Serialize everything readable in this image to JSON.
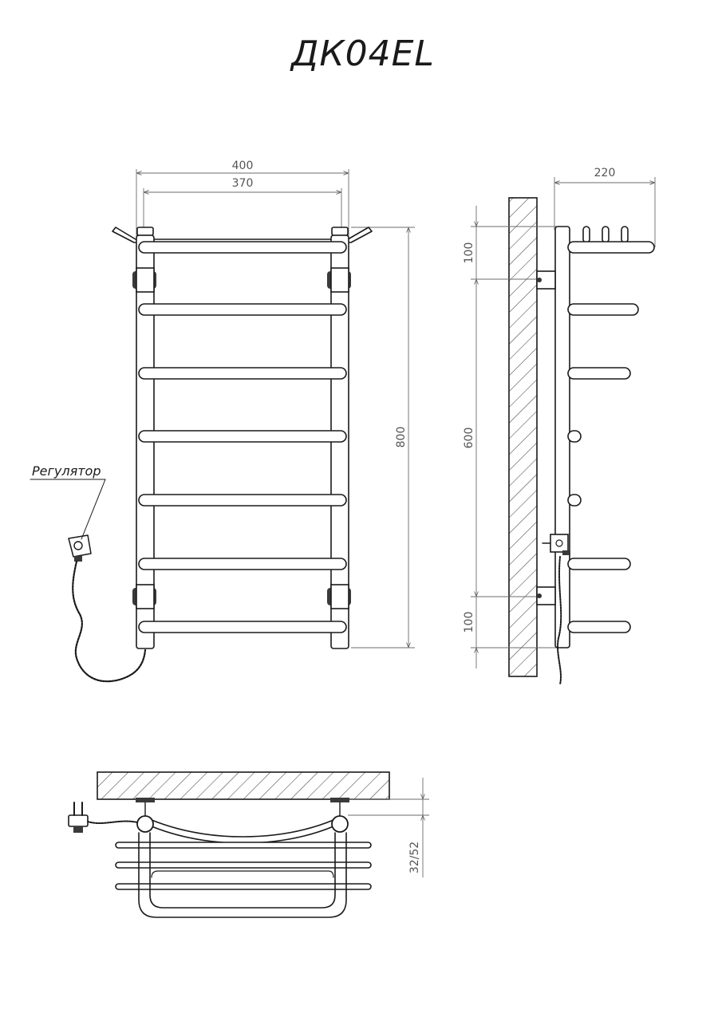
{
  "title": "ДК04EL",
  "front_view": {
    "dim_overall_width": "400",
    "dim_inner_width": "370",
    "dim_height": "800",
    "regulator_label": "Регулятор"
  },
  "side_view": {
    "dim_depth": "220",
    "dim_top_offset": "100",
    "dim_mount_span": "600",
    "dim_bottom_offset": "100"
  },
  "top_view": {
    "dim_wall_gap": "32/52"
  }
}
